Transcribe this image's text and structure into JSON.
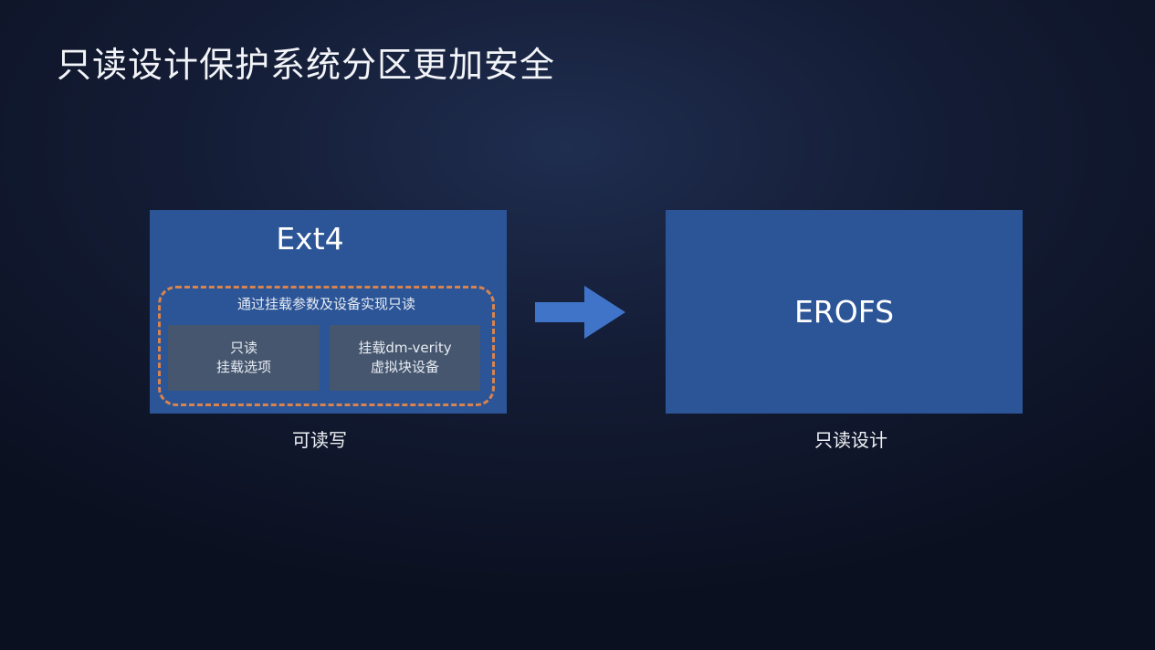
{
  "title": "只读设计保护系统分区更加安全",
  "ext4": {
    "title": "Ext4",
    "group_label": "通过挂载参数及设备实现只读",
    "option1": {
      "line1": "只读",
      "line2": "挂载选项"
    },
    "option2": {
      "line1": "挂载dm-verity",
      "line2": "虚拟块设备"
    },
    "caption": "可读写"
  },
  "erofs": {
    "title": "EROFS",
    "caption": "只读设计"
  },
  "colors": {
    "box": "#2b5597",
    "dash": "#d9844f",
    "inner": "#45566e",
    "arrow": "#3f74c9"
  }
}
